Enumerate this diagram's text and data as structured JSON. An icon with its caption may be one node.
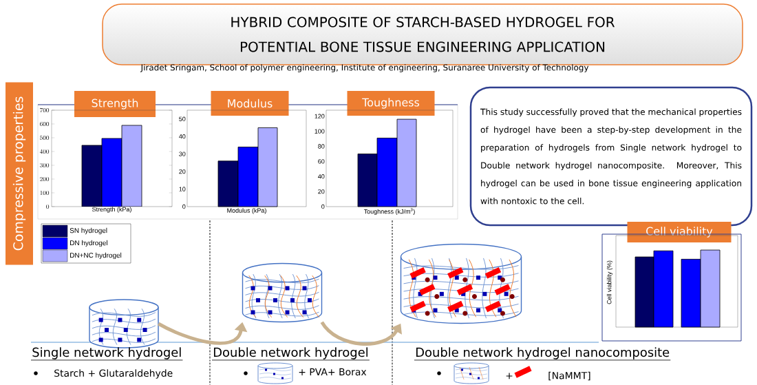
{
  "diagram": {
    "title": "HYBRID COMPOSITE OF STARCH-BASED HYDROGEL FOR POTENTIAL BONE TISSUE ENGINEERING APPLICATION",
    "nodes": [
      {
        "text": [
          "Compressive properties"
        ]
      },
      {
        "text": [
          "Strength"
        ]
      },
      {
        "text": [
          "Modulus"
        ]
      },
      {
        "text": [
          "Toughness"
        ]
      },
      {
        "text": [
          "This study successfully proved that the mechanical properties of hydrogel have been a step-by-step development in the preparation of hydrogels from Single network hydrogel to Double network hydrogel nanocomposite. Moreover, This hydrogel can be used in bone tissue engineering application with nontoxic to the cell."
        ]
      },
      {
        "text": [
          "Cell viability"
        ]
      },
      {
        "text": [],
        "shape": "picture"
      },
      {
        "text": [],
        "shape": "picture"
      },
      {
        "text": [],
        "shape": "picture"
      }
    ],
    "edges": [
      {
        "from": 6,
        "to": 7,
        "arrow": "to"
      },
      {
        "from": 7,
        "to": 8,
        "arrow": "to"
      }
    ],
    "labels": [
      "Jiradet Sringam, School of polymer engineering, Institute of engineering, Suranaree University of Technology",
      "Modulus (kPa)",
      "0",
      "10",
      "20",
      "30",
      "40",
      "50",
      "Toughness (kJ/m$^{3}$)",
      "0",
      "20",
      "40",
      "60",
      "80",
      "100",
      "120",
      "Cell viability (%)",
      "Single network hydrogel",
      "Double network hydrogel",
      "Double network hydrogel nanocomposite",
      "Starch + Glutaraldehyde",
      "+ PVA+ Borax",
      "+",
      "[NaMMT]"
    ],
    "legend": [
      {
        "text": "SN hydrogel",
        "color": "#000066"
      },
      {
        "text": "DN hydrogel",
        "color": "#0000ff"
      },
      {
        "text": "DN+NC hydrogel",
        "color": "#aaaaff"
      }
    ],
    "chart_data": {
      "type": "bar",
      "xlabel": "Strength (kPa)",
      "ylim": [
        0,
        700
      ],
      "yticks": [
        0,
        100,
        200,
        300,
        400,
        500,
        600,
        700
      ],
      "series": [
        {
          "color": "#000066",
          "values": [
            445
          ]
        },
        {
          "color": "#0000ff",
          "values": [
            495
          ]
        },
        {
          "color": "#aaaaff",
          "values": [
            590
          ]
        }
      ]
    }
  }
}
